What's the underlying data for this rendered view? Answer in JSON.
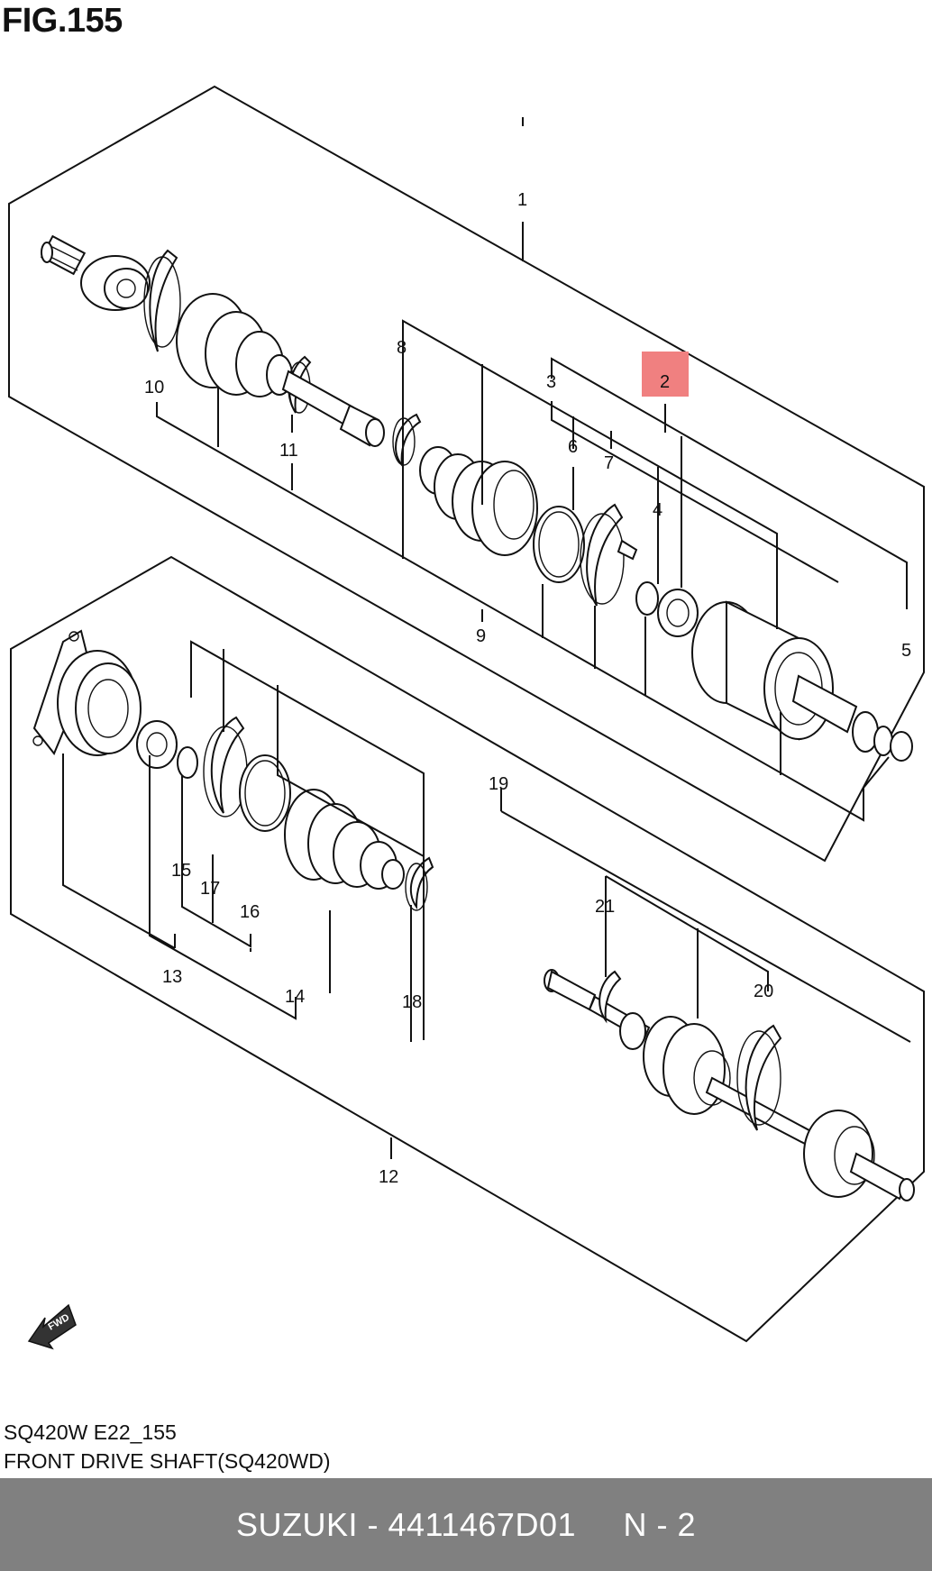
{
  "figure": {
    "title": "FIG.155",
    "code": "SQ420W E22_155",
    "caption": "FRONT DRIVE SHAFT(SQ420WD)"
  },
  "highlight_color": "#f08080",
  "callouts": {
    "c1": "1",
    "c2": "2",
    "c3": "3",
    "c4": "4",
    "c5": "5",
    "c6": "6",
    "c7": "7",
    "c8": "8",
    "c9": "9",
    "c10": "10",
    "c11": "11",
    "c12": "12",
    "c13": "13",
    "c14": "14",
    "c15": "15",
    "c16": "16",
    "c17": "17",
    "c18": "18",
    "c19": "19",
    "c20": "20",
    "c21": "21"
  },
  "fwd_label": "FWD",
  "footer": {
    "brand": "SUZUKI",
    "part_number": "4411467D01",
    "note": "N - 2"
  }
}
